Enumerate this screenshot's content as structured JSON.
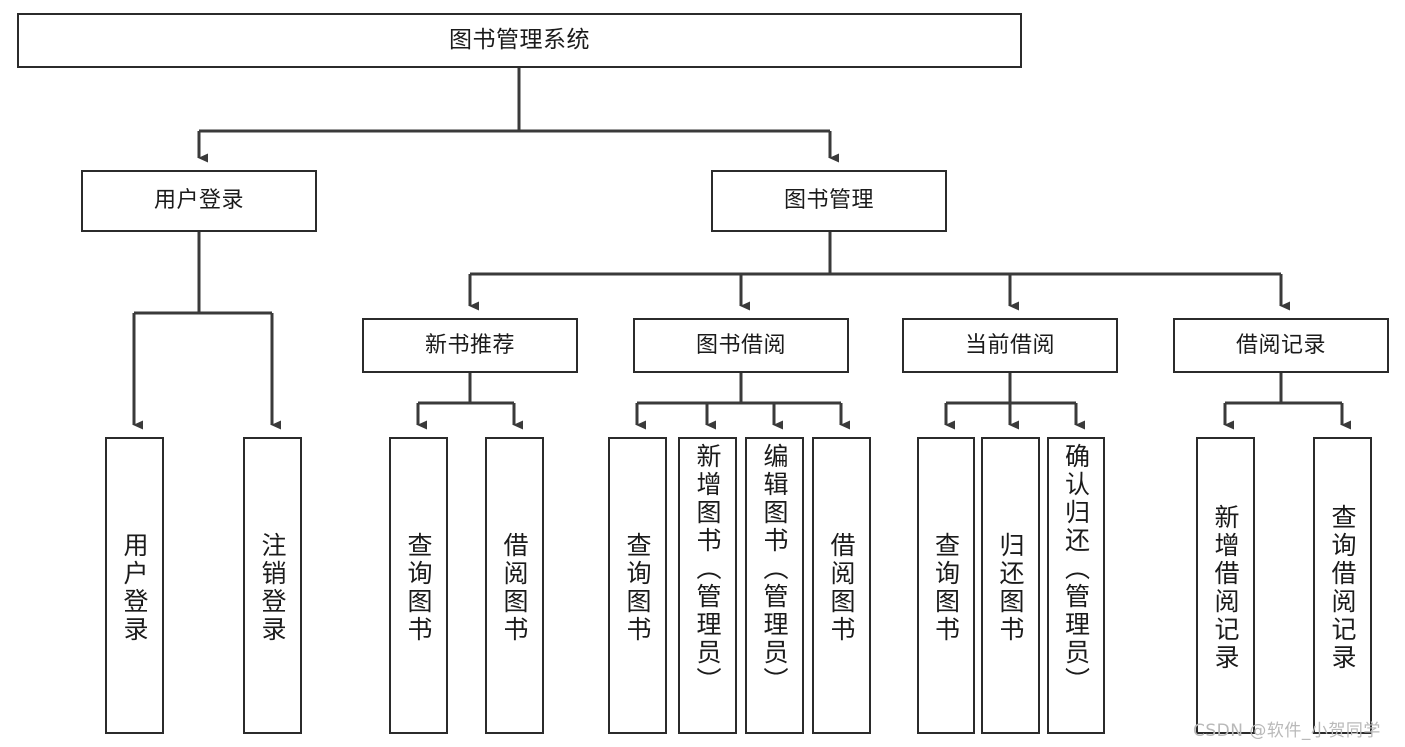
{
  "diagram": {
    "title": "图书管理系统",
    "type": "hierarchy-tree",
    "colors": {
      "box_border": "#2b2b2b",
      "box_fill": "#ffffff",
      "connector": "#3a3a3a",
      "text": "#1b1b1b",
      "watermark": "#b9b9b9"
    },
    "root": {
      "label": "图书管理系统"
    },
    "level2": [
      {
        "id": "user-login",
        "label": "用户登录"
      },
      {
        "id": "book-management",
        "label": "图书管理"
      }
    ],
    "level3": [
      {
        "id": "new-book-recommend",
        "label": "新书推荐"
      },
      {
        "id": "book-borrow",
        "label": "图书借阅"
      },
      {
        "id": "current-borrow",
        "label": "当前借阅"
      },
      {
        "id": "borrow-record",
        "label": "借阅记录"
      }
    ],
    "leaves": {
      "user_login": [
        {
          "id": "leaf-user-login",
          "label": "用户登录"
        },
        {
          "id": "leaf-logout-login",
          "label": "注销登录"
        }
      ],
      "new_book_recommend": [
        {
          "id": "leaf-query-book-1",
          "label": "查询图书"
        },
        {
          "id": "leaf-borrow-book-1",
          "label": "借阅图书"
        }
      ],
      "book_borrow": [
        {
          "id": "leaf-query-book-2",
          "label": "查询图书"
        },
        {
          "id": "leaf-add-book",
          "label": "新增图书（管理员）"
        },
        {
          "id": "leaf-edit-book",
          "label": "编辑图书（管理员）"
        },
        {
          "id": "leaf-borrow-book-2",
          "label": "借阅图书"
        }
      ],
      "current_borrow": [
        {
          "id": "leaf-query-book-3",
          "label": "查询图书"
        },
        {
          "id": "leaf-return-book",
          "label": "归还图书"
        },
        {
          "id": "leaf-confirm-return",
          "label": "确认归还（管理员）"
        }
      ],
      "borrow_record": [
        {
          "id": "leaf-add-record",
          "label": "新增借阅记录"
        },
        {
          "id": "leaf-query-record",
          "label": "查询借阅记录"
        }
      ]
    },
    "watermark": "CSDN @软件_小贺同学"
  }
}
